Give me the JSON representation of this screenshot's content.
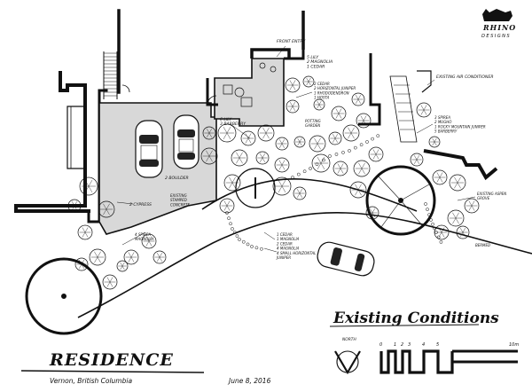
{
  "logo": {
    "line1": "RHINO",
    "line2": "DESIGNS"
  },
  "title": "Existing Conditions",
  "project": "RESIDENCE",
  "location": "Vernon, British Columbia",
  "date": "June 8, 2016",
  "north_label": "NORTH",
  "scale": {
    "ticks": [
      "0",
      "1",
      "2",
      "3",
      "4",
      "5"
    ],
    "end": "10m"
  },
  "labels": {
    "front_entry": "FRONT ENTRY",
    "lily_magnolia_cedar": "5 LILY\n2 MAGNOLIA\n1 CEDAR",
    "cedar_juniper": "2 CEDAR\n2 HORIZONTAL JUNIPER\n1 RHODODENDRON\n1 HOSTA",
    "potting_garden": "POTTING\nGARDEN",
    "lily_barberry": "6 LILY\n3 BARBERRY",
    "existing_air_conditioner": "EXISTING AIR CONDITIONER",
    "spirea_group": "3 SPIREA\n2 MUGHO\n1 ROCKY MOUNTAIN JUNIPER\n5 BARBERRY",
    "boulder": "2 BOULDER",
    "existing_stamped_concrete": "EXISTING\nSTAMPED\nCONCRETE",
    "cypress": "2 CYPRESS",
    "spirea_magnolia": "4 SPIREA\nMAGNOLIA",
    "existing_aspen_grove": "EXISTING ASPEN\nGROVE",
    "bermed": "BERMED",
    "cedar_magnolia_juniper": "1 CEDAR\n1 MAGNOLIA\n2 CEDAR\n4 MAGNOLIA\n4 SMALL HORIZONTAL\nJUNIPER"
  }
}
